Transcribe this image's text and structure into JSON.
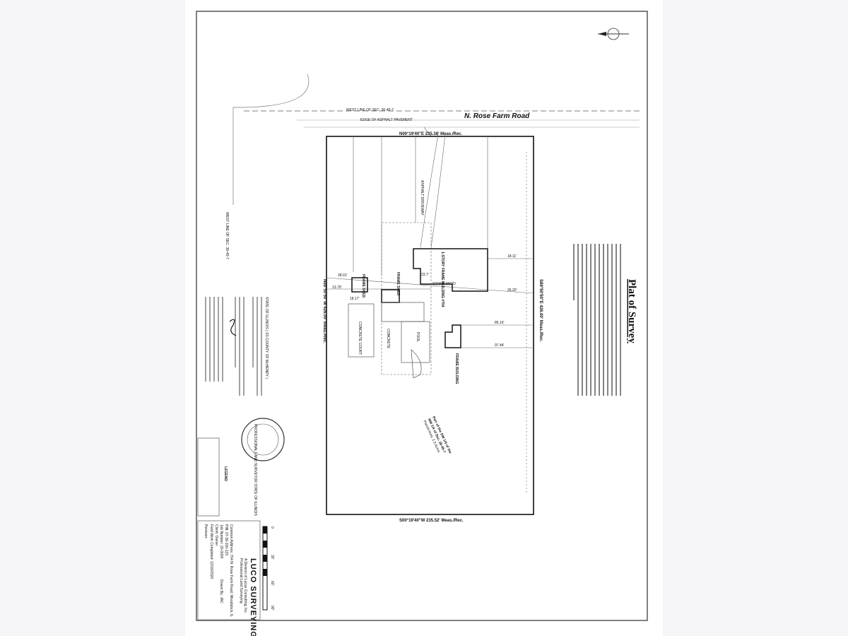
{
  "document": {
    "title": "Plat of Survey",
    "road_name": "N. Rose Farm Road",
    "road_notes": [
      "WEST LINE OF SEC. 36-45-7",
      "EDGE OF ASPHALT PAVEMENT"
    ],
    "bearings": {
      "north": "N00°19'40\"E 235.38' Meas./Rec.",
      "south": "S00°19'40\"W 235.52' Meas./Rec.",
      "west": "N89°50'50\"W 426.00' Meas./Rec.",
      "east": "S89°50'50\"E 426.00' Meas./Rec."
    },
    "structures": [
      "FRAME SHED",
      "FRAME SHED",
      "1-STORY FRAME BUILDING #704",
      "FRAME BUILDING",
      "CONCRETE COURT",
      "STONE PATIO",
      "POOL",
      "CONCRETE",
      "ASPHALT DRIVEWAY"
    ],
    "dimensions": [
      "28.01'",
      "13.79'",
      "18.17'",
      "18.11'",
      "26.20'",
      "85.16'",
      "97.44'",
      "23.7'"
    ],
    "parcel_note": [
      "Part of the SW 1/4 of the",
      "NW 1/4 of Sec. 36-45-7",
      "Parcel Area: 2.3 Acres"
    ],
    "legend_title": "LEGEND",
    "scale_labels": [
      "0",
      "30'",
      "60'",
      "90'"
    ],
    "title_block": {
      "company": "LUCO SURVEYING",
      "subtitle": "A Division of Lucas Consulting, Inc.",
      "address": "Professional Land Surveying",
      "fields": [
        "Common Address: 704 N. Rose Farm Road, Woodstock, IL",
        "PIN: 07-36-100-123",
        "Job Number: 20-0000",
        "Drawn By: JAC",
        "Client: Owner",
        "Field Work Completed: 12/16/2020",
        "Revision:"
      ]
    },
    "seal_text": "PROFESSIONAL LAND SURVEYOR STATE OF ILLINOIS",
    "certification": "STATE OF ILLINOIS ) SS COUNTY OF McHENRY )"
  }
}
